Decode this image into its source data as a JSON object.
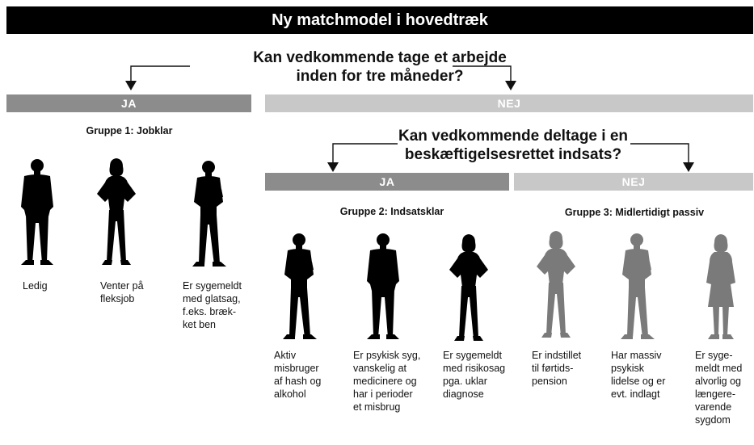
{
  "title": "Ny matchmodel i hovedtræk",
  "question1": {
    "line1": "Kan vedkommende tage et arbejde",
    "line2": "inden for tre måneder?"
  },
  "question2": {
    "line1": "Kan vedkommende deltage i en",
    "line2": "beskæftigelsesrettet indsats?"
  },
  "bands": {
    "ja1": "JA",
    "nej1": "NEJ",
    "ja2": "JA",
    "nej2": "NEJ"
  },
  "groups": {
    "g1": {
      "title": "Gruppe 1: Jobklar",
      "people": [
        {
          "caption": "Ledig"
        },
        {
          "caption": "Venter på\nfleksjob"
        },
        {
          "caption": "Er sygemeldt\nmed glatsag,\nf.eks. bræk-\nket ben"
        }
      ]
    },
    "g2": {
      "title": "Gruppe 2: Indsatsklar",
      "people": [
        {
          "caption": "Aktiv\nmisbruger\naf hash og\nalkohol"
        },
        {
          "caption": "Er psykisk syg,\nvanskelig at\nmedicinere og\nhar i perioder\net misbrug"
        },
        {
          "caption": "Er sygemeldt\nmed risikosag\npga. uklar\ndiagnose"
        }
      ]
    },
    "g3": {
      "title": "Gruppe 3: Midlertidigt passiv",
      "people": [
        {
          "caption": "Er indstillet\ntil førtids-\npension"
        },
        {
          "caption": "Har massiv\npsykisk\nlidelse og er\nevt. indlagt"
        },
        {
          "caption": "Er syge-\nmeldt med\nalvorlig og\nlængere-\nvarende\nsygdom"
        }
      ]
    }
  },
  "colors": {
    "title_bg": "#000000",
    "band_dark": "#8c8c8c",
    "band_light": "#c8c8c8",
    "figure_black": "#000000",
    "figure_grey": "#7a7a7a"
  }
}
